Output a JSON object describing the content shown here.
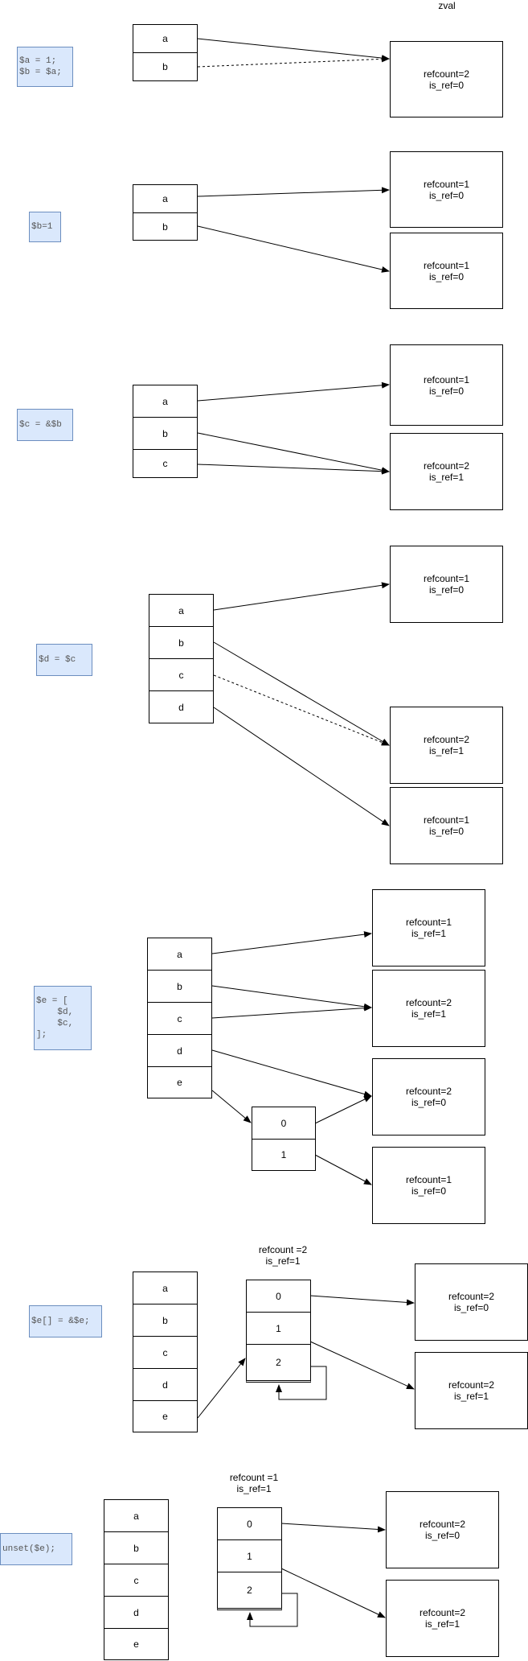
{
  "header": {
    "zval_label": "zval"
  },
  "panels": [
    {
      "code": "$a = 1;\n$b = $a;",
      "vars": [
        "a",
        "b"
      ],
      "zvals": [
        {
          "refcount": "refcount=2",
          "is_ref": "is_ref=0"
        }
      ]
    },
    {
      "code": "$b=1",
      "vars": [
        "a",
        "b"
      ],
      "zvals": [
        {
          "refcount": "refcount=1",
          "is_ref": "is_ref=0"
        },
        {
          "refcount": "refcount=1",
          "is_ref": "is_ref=0"
        }
      ]
    },
    {
      "code": "$c = &$b",
      "vars": [
        "a",
        "b",
        "c"
      ],
      "zvals": [
        {
          "refcount": "refcount=1",
          "is_ref": "is_ref=0"
        },
        {
          "refcount": "refcount=2",
          "is_ref": "is_ref=1"
        }
      ]
    },
    {
      "code": "$d = $c",
      "vars": [
        "a",
        "b",
        "c",
        "d"
      ],
      "zvals": [
        {
          "refcount": "refcount=1",
          "is_ref": "is_ref=0"
        },
        {
          "refcount": "refcount=2",
          "is_ref": "is_ref=1"
        },
        {
          "refcount": "refcount=1",
          "is_ref": "is_ref=0"
        }
      ]
    },
    {
      "code": "$e = [\n    $d,\n    $c,\n];",
      "vars": [
        "a",
        "b",
        "c",
        "d",
        "e"
      ],
      "array": [
        "0",
        "1"
      ],
      "zvals": [
        {
          "refcount": "refcount=1",
          "is_ref": "is_ref=1"
        },
        {
          "refcount": "refcount=2",
          "is_ref": "is_ref=1"
        },
        {
          "refcount": "refcount=2",
          "is_ref": "is_ref=0"
        },
        {
          "refcount": "refcount=1",
          "is_ref": "is_ref=0"
        }
      ]
    },
    {
      "code": "$e[] = &$e;",
      "vars": [
        "a",
        "b",
        "c",
        "d",
        "e"
      ],
      "array_refcount": "refcount =2",
      "array_is_ref": "is_ref=1",
      "array": [
        "0",
        "1",
        "2"
      ],
      "zvals": [
        {
          "refcount": "refcount=2",
          "is_ref": "is_ref=0"
        },
        {
          "refcount": "refcount=2",
          "is_ref": "is_ref=1"
        }
      ]
    },
    {
      "code": "unset($e);",
      "vars": [
        "a",
        "b",
        "c",
        "d",
        "e"
      ],
      "array_refcount": "refcount =1",
      "array_is_ref": "is_ref=1",
      "array": [
        "0",
        "1",
        "2"
      ],
      "zvals": [
        {
          "refcount": "refcount=2",
          "is_ref": "is_ref=0"
        },
        {
          "refcount": "refcount=2",
          "is_ref": "is_ref=1"
        }
      ]
    }
  ]
}
